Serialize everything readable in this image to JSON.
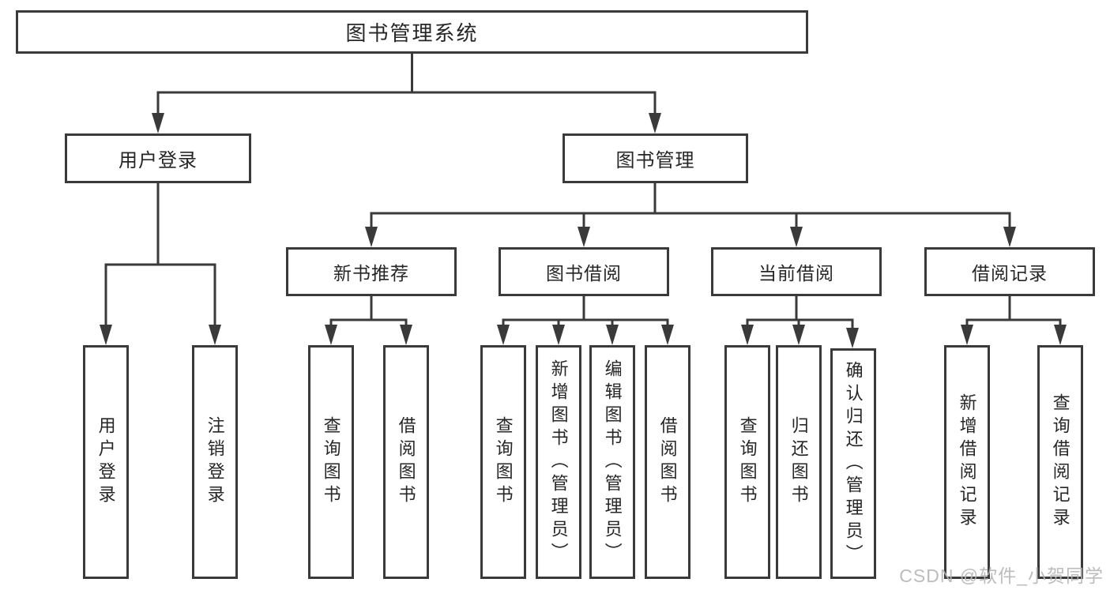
{
  "root": {
    "label": "图书管理系统"
  },
  "branches": {
    "user_login": {
      "label": "用户登录",
      "children": [
        {
          "label": "用户登录"
        },
        {
          "label": "注销登录"
        }
      ]
    },
    "book_management": {
      "label": "图书管理",
      "sections": [
        {
          "label": "新书推荐",
          "children": [
            {
              "label": "查询图书"
            },
            {
              "label": "借阅图书"
            }
          ]
        },
        {
          "label": "图书借阅",
          "children": [
            {
              "label": "查询图书"
            },
            {
              "label": "新增图书（管理员）"
            },
            {
              "label": "编辑图书（管理员）"
            },
            {
              "label": "借阅图书"
            }
          ]
        },
        {
          "label": "当前借阅",
          "children": [
            {
              "label": "查询图书"
            },
            {
              "label": "归还图书"
            },
            {
              "label": "确认归还（管理员）"
            }
          ]
        },
        {
          "label": "借阅记录",
          "children": [
            {
              "label": "新增借阅记录"
            },
            {
              "label": "查询借阅记录"
            }
          ]
        }
      ]
    }
  },
  "watermark": "CSDN @软件_小贺同学",
  "colors": {
    "border": "#3a3a3a",
    "line": "#3a3a3a",
    "text": "#262626",
    "watermark": "#b5b5b5",
    "background": "#ffffff"
  }
}
